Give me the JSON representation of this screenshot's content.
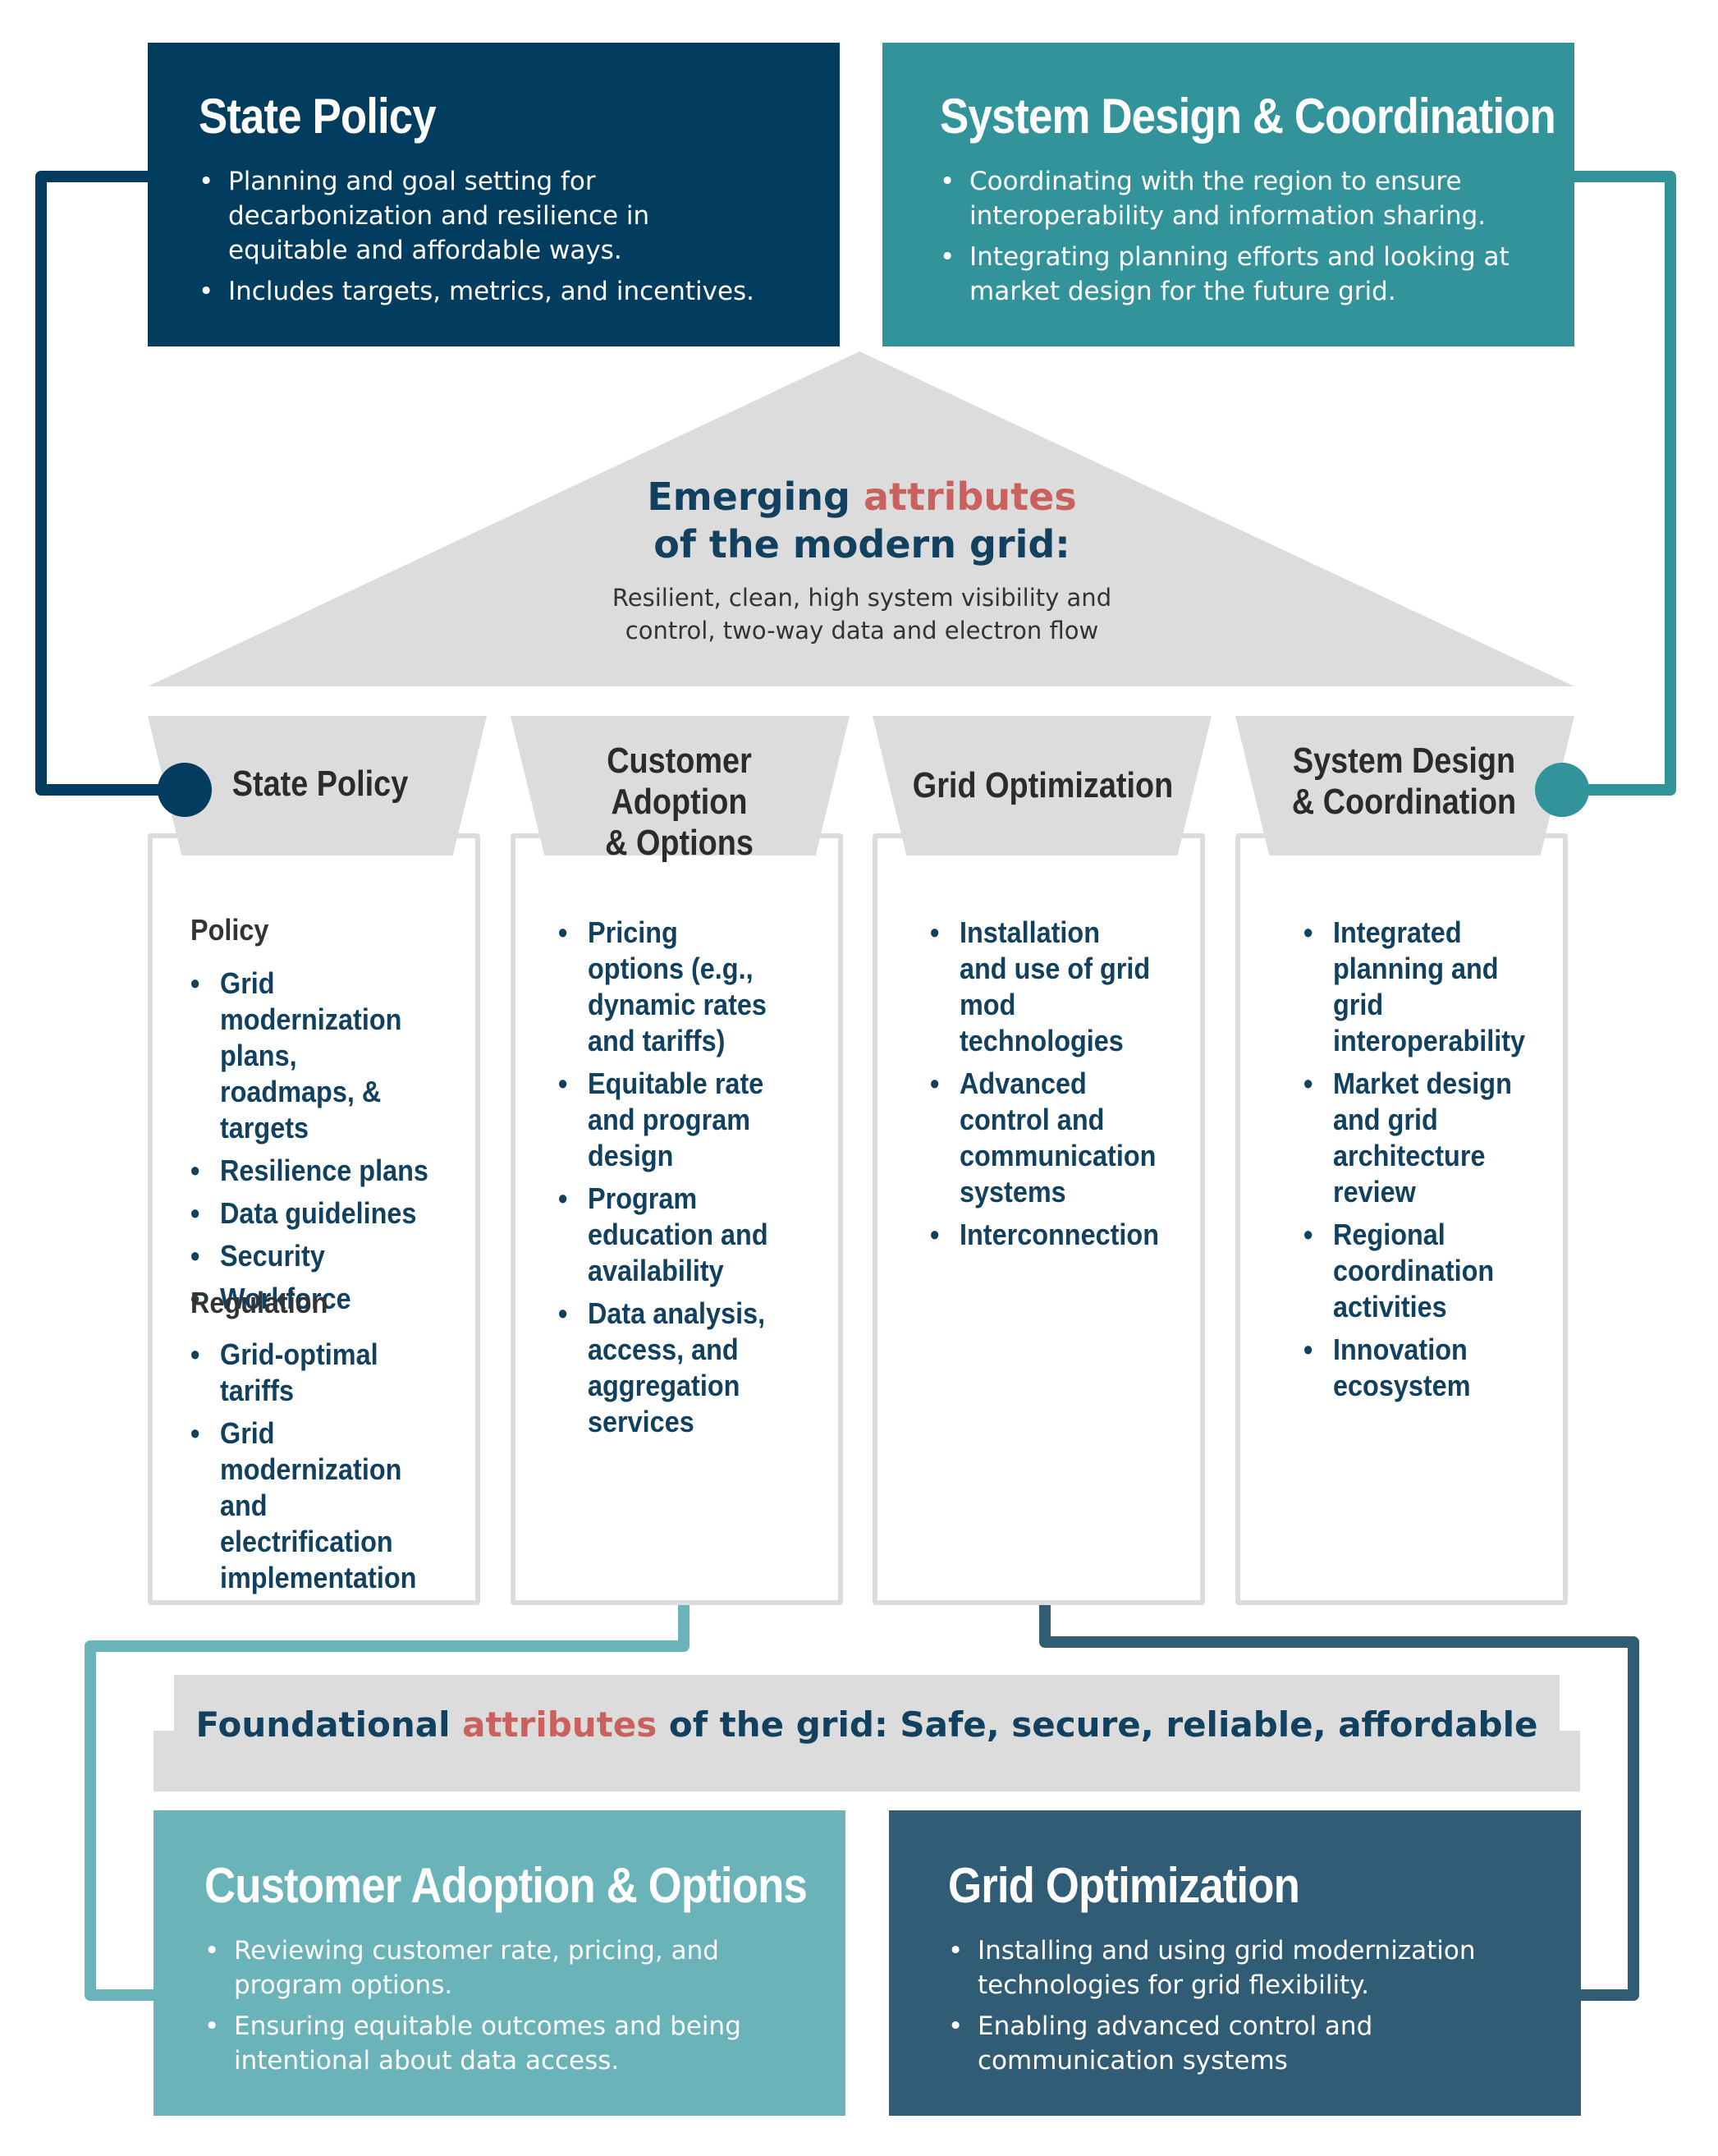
{
  "top_boxes": {
    "state_policy": {
      "title": "State Policy",
      "bullets": [
        "Planning and goal setting for decarbonization and resilience in equitable and affordable ways.",
        "Includes targets, metrics, and incentives."
      ],
      "color": "#023d5f"
    },
    "system_design": {
      "title": "System Design & Coordination",
      "bullets": [
        "Coordinating with the region to ensure interoperability and information sharing.",
        "Integrating planning efforts and looking at market design for the future grid."
      ],
      "color": "#33939b"
    }
  },
  "roof": {
    "title_part1": "Emerging ",
    "title_accent": "attributes",
    "title_line2": "of the modern grid:",
    "subtitle_line1": "Resilient, clean, high system visibility and",
    "subtitle_line2": "control, two-way data and electron flow"
  },
  "columns": {
    "state_policy": {
      "label": "State Policy",
      "policy_heading": "Policy",
      "policy_items": [
        "Grid modernization plans, roadmaps, & targets",
        "Resilience plans",
        "Data guidelines",
        "Security",
        "Workforce"
      ],
      "regulation_heading": "Regulation",
      "regulation_items": [
        "Grid-optimal tariffs",
        "Grid modernization and electrification implementation"
      ]
    },
    "customer": {
      "label_line1": "Customer Adoption",
      "label_line2": "& Options",
      "items": [
        "Pricing options (e.g., dynamic rates and tariffs)",
        "Equitable rate and program design",
        "Program education and availability",
        "Data analysis, access, and aggregation services"
      ]
    },
    "grid_opt": {
      "label": "Grid Optimization",
      "items": [
        "Installation and use of grid mod technologies",
        "Advanced control and communication systems",
        "Interconnection"
      ]
    },
    "system_design": {
      "label_line1": "System Design",
      "label_line2": "& Coordination",
      "items": [
        "Integrated planning and grid interoperability",
        "Market design and grid architecture review",
        "Regional coordination activities",
        "Innovation ecosystem"
      ]
    }
  },
  "foundation": {
    "part1": "Foundational ",
    "accent": "attributes",
    "part2": " of the grid: Safe, secure, reliable, affordable"
  },
  "bottom_boxes": {
    "customer": {
      "title": "Customer Adoption & Options",
      "bullets": [
        "Reviewing customer rate, pricing, and program options.",
        "Ensuring equitable outcomes and being intentional about data access."
      ],
      "color": "#6ab3b9"
    },
    "grid_opt": {
      "title": "Grid Optimization",
      "bullets": [
        "Installing and using grid modernization technologies for grid flexibility.",
        "Enabling advanced control and communication systems"
      ],
      "color": "#315c75"
    }
  },
  "colors": {
    "navy": "#023d5f",
    "teal": "#33939b",
    "light_teal": "#6ab3b9",
    "slate": "#315c75",
    "accent": "#c9625e",
    "gray": "#dcdcdc"
  }
}
